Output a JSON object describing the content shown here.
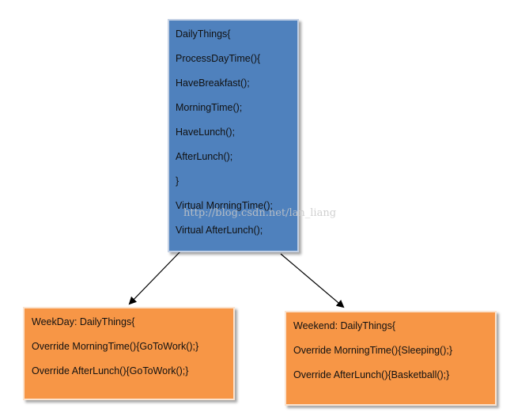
{
  "parent": {
    "lines": [
      "DailyThings{",
      "ProcessDayTime(){",
      "HaveBreakfast();",
      "MorningTime();",
      "HaveLunch();",
      "AfterLunch();",
      "}",
      "Virtual MorningTime();",
      "Virtual AfterLunch();"
    ]
  },
  "weekday": {
    "lines": [
      "WeekDay: DailyThings{",
      "Override MorningTime(){GoToWork();}",
      "Override AfterLunch(){GoToWork();}"
    ]
  },
  "weekend": {
    "lines": [
      "Weekend: DailyThings{",
      "Override MorningTime(){Sleeping();}",
      "Override AfterLunch(){Basketball();}"
    ]
  },
  "watermark": "http://blog.csdn.net/lan_liang",
  "colors": {
    "parent_fill": "#4f81bd",
    "child_fill": "#f79646",
    "arrow": "#000000"
  }
}
